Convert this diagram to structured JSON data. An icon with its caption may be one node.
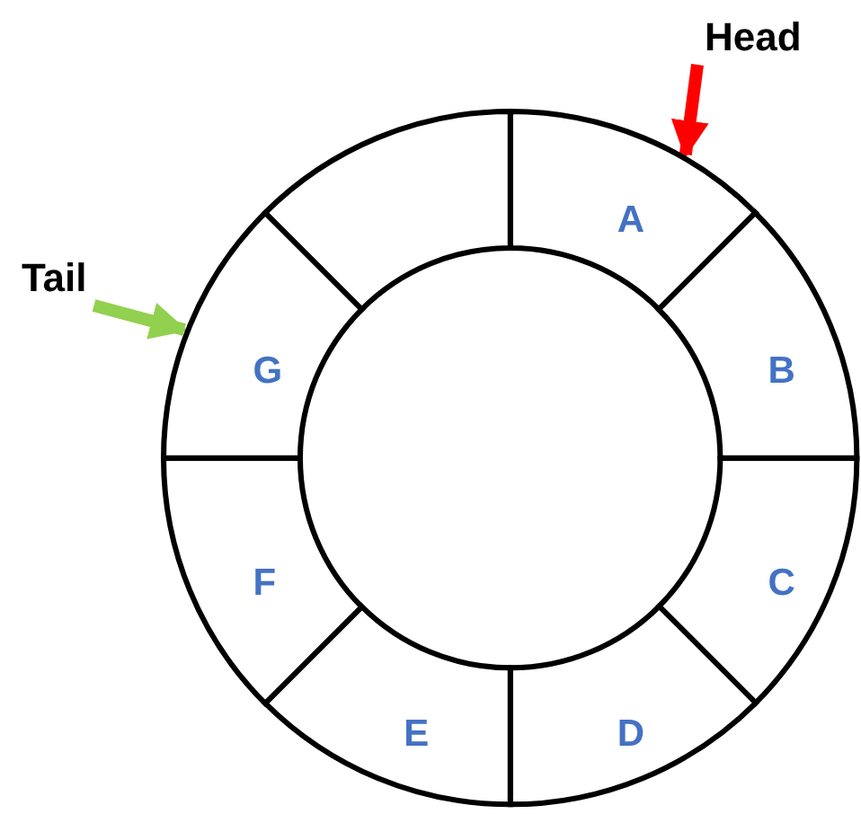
{
  "diagram": {
    "nodes": [
      {
        "text": [
          "Head"
        ]
      },
      {
        "text": [
          "Tail"
        ]
      },
      {
        "text": [],
        "shape": "sector"
      },
      {
        "text": [
          "A"
        ]
      },
      {
        "text": [
          "B"
        ]
      },
      {
        "text": [
          "C"
        ]
      },
      {
        "text": [
          "D"
        ]
      },
      {
        "text": [
          "E"
        ]
      },
      {
        "text": [
          "F"
        ]
      },
      {
        "text": [
          "G"
        ]
      }
    ],
    "edges": [
      {
        "from": 0,
        "to": 3,
        "arrow": "to",
        "color": "#ff0000"
      },
      {
        "from": 1,
        "to": 9,
        "arrow": "to",
        "color": "#92d050"
      }
    ]
  }
}
